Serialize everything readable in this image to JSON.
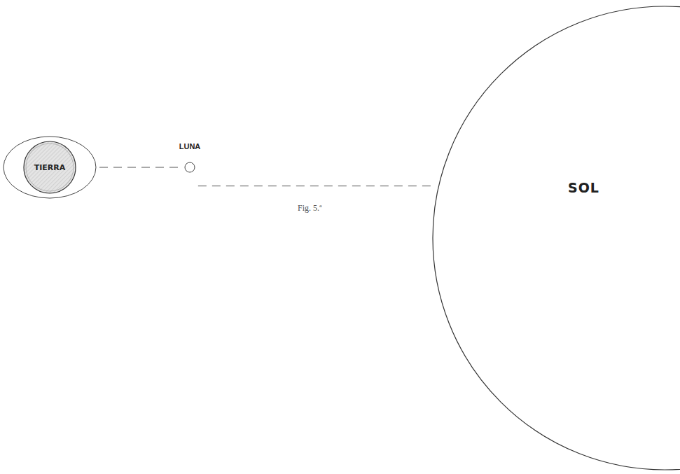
{
  "diagram": {
    "caption": "Fig. 5.ª",
    "nodes": [
      {
        "text": [
          "TIERRA"
        ]
      },
      {
        "text": [
          "LUNA"
        ]
      },
      {
        "text": [
          "SOL"
        ]
      }
    ],
    "edges": [
      {
        "from": 0,
        "to": 1,
        "arrow": "none"
      },
      {
        "from": 1,
        "to": 2,
        "arrow": "none"
      }
    ]
  }
}
